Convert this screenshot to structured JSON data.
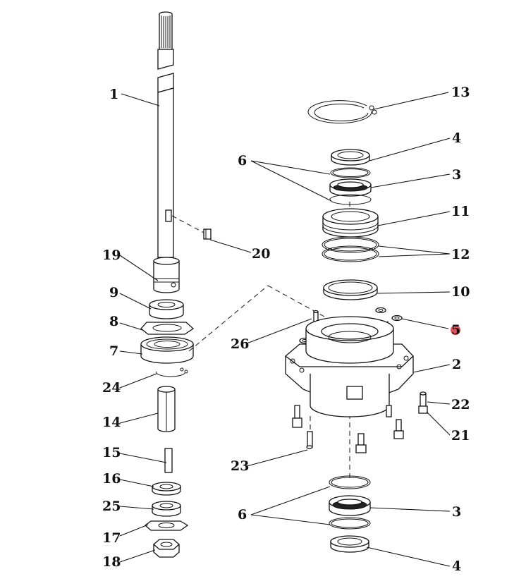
{
  "labels": {
    "l1": "1",
    "l2": "2",
    "l3a": "3",
    "l3b": "3",
    "l4a": "4",
    "l4b": "4",
    "l5": "5",
    "l6a": "6",
    "l6b": "6",
    "l7": "7",
    "l8": "8",
    "l9": "9",
    "l10": "10",
    "l11": "11",
    "l12": "12",
    "l13": "13",
    "l14": "14",
    "l15": "15",
    "l16": "16",
    "l17": "17",
    "l18": "18",
    "l19": "19",
    "l20": "20",
    "l21": "21",
    "l22": "22",
    "l23": "23",
    "l24": "24",
    "l25": "25",
    "l26": "26"
  },
  "colors": {
    "line": "#111111",
    "background": "#ffffff",
    "highlight_marker": "#e8303a"
  }
}
